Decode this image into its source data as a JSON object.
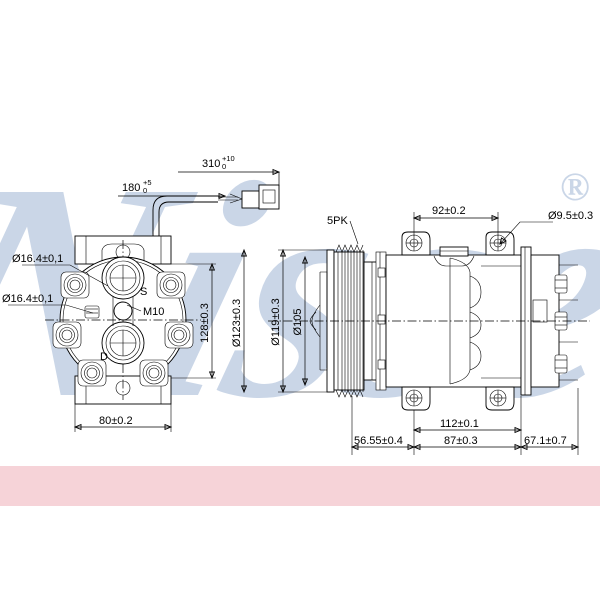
{
  "document": {
    "kind": "technical-drawing",
    "subject": "Air conditioning compressor dimensional drawing",
    "background_color": "#ffffff",
    "line_color": "#000000",
    "watermark_color": "#b9c9e0",
    "band_color": "#f6d3d8"
  },
  "watermark": {
    "text": "Nissens",
    "registered_mark": "®"
  },
  "dimensions": {
    "cable_total": {
      "value": "310",
      "tol_upper": "+10",
      "tol_lower": "0"
    },
    "cable_partial": {
      "value": "180",
      "tol_upper": "+5",
      "tol_lower": "0"
    },
    "port_hole_upper": "Ø16.4±0,1",
    "port_hole_lower": "Ø16.4±0,1",
    "bolt_spacing_vertical": "128±0.3",
    "flange_diameter": "Ø123±0.3",
    "pulley_outer_diameter": "Ø119±0.3",
    "pulley_groove_diameter": "Ø105",
    "flange_width": "80±0.2",
    "mount_span_top": "92±0.2",
    "mount_hole_diameter": "Ø9.5±0.3",
    "mount_span_bottom": "112±0.1",
    "length_pulley": "56.55±0.4",
    "length_body": "87±0.3",
    "length_rear": "67.1±0.7"
  },
  "labels": {
    "belt_profile": "5PK",
    "suction_port": "S",
    "discharge_port": "D",
    "thread_spec": "M10"
  }
}
